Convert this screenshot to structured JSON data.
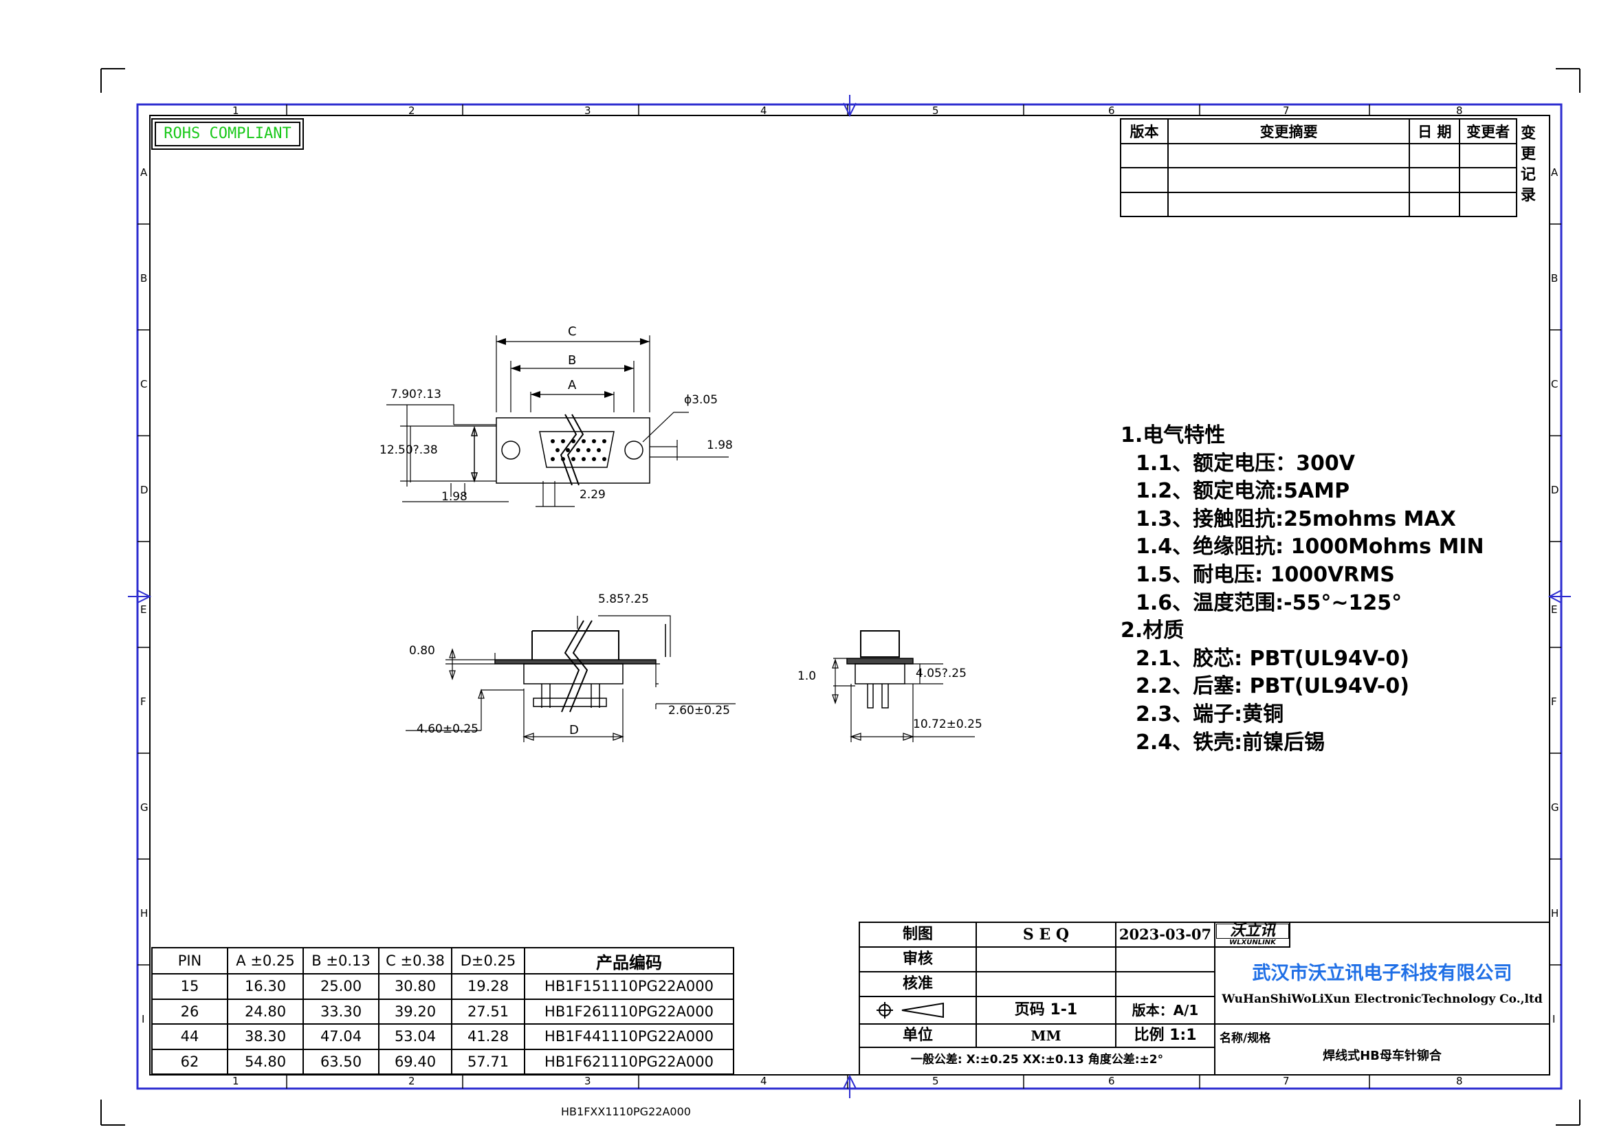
{
  "border": {
    "columns": [
      "1",
      "2",
      "3",
      "4",
      "5",
      "6",
      "7",
      "8"
    ],
    "rows": [
      "A",
      "B",
      "C",
      "D",
      "E",
      "F",
      "G",
      "H",
      "I"
    ]
  },
  "rohs": "ROHS COMPLIANT",
  "revision": {
    "headers": [
      "版本",
      "变更摘要",
      "日 期",
      "变更者"
    ],
    "side_label": [
      "变",
      "更",
      "记",
      "录"
    ]
  },
  "dimensions": {
    "c": "C",
    "b": "B",
    "a": "A",
    "hole": "ϕ3.05",
    "d1": "7.90?.13",
    "d2": "12.50?.38",
    "d3": "1.98",
    "d4": "1.98",
    "d5": "2.29",
    "d6": "5.85?.25",
    "d7": "0.80",
    "d8": "2.60±0.25",
    "d9": "4.60±0.25",
    "d10": "D",
    "d11": "1.0",
    "d12": "4.05?.25",
    "d13": "10.72±0.25"
  },
  "specs": [
    "1.电气特性",
    "1.1、额定电压：300V",
    "1.2、额定电流:5AMP",
    "1.3、接触阻抗:25mohms MAX",
    "1.4、绝缘阻抗: 1000Mohms MIN",
    "1.5、耐电压: 1000VRMS",
    "1.6、温度范围:-55°~125°",
    "2.材质",
    "2.1、胶芯: PBT(UL94V-0)",
    "2.2、后塞: PBT(UL94V-0)",
    "2.3、端子:黄铜",
    "2.4、铁壳:前镍后锡"
  ],
  "pin_table": {
    "headers": [
      "PIN",
      "A ±0.25",
      "B ±0.13",
      "C ±0.38",
      "D±0.25",
      "产品编码"
    ],
    "rows": [
      [
        "15",
        "16.30",
        "25.00",
        "30.80",
        "19.28",
        "HB1F151110PG22A000"
      ],
      [
        "26",
        "24.80",
        "33.30",
        "39.20",
        "27.51",
        "HB1F261110PG22A000"
      ],
      [
        "44",
        "38.30",
        "47.04",
        "53.04",
        "41.28",
        "HB1F441110PG22A000"
      ],
      [
        "62",
        "54.80",
        "63.50",
        "69.40",
        "57.71",
        "HB1F621110PG22A000"
      ]
    ]
  },
  "title_block": {
    "draw_label": "制图",
    "drawer": "S E Q",
    "date": "2023-03-07",
    "check_label": "审核",
    "approve_label": "核准",
    "page": "页码 1-1",
    "version": "版本：A/1",
    "unit_label": "单位",
    "unit": "MM",
    "scale": "比例 1:1",
    "tolerance": "一般公差:  X:±0.25  XX:±0.13  角度公差:±2°",
    "logo_cn": "沃立讯",
    "logo_en": "WLXUNLINK",
    "company_cn": "武汉市沃立讯电子科技有限公司",
    "company_en": "WuHanShiWoLiXun ElectronicTechnology Co.,ltd",
    "name_label": "名称/规格",
    "product_name": "焊线式HB母车针铆合"
  },
  "footer_code": "HB1FXX1110PG22A000",
  "colors": {
    "frame": "#2d2dd0",
    "rohs": "#18c818",
    "company": "#1f6fe6"
  }
}
